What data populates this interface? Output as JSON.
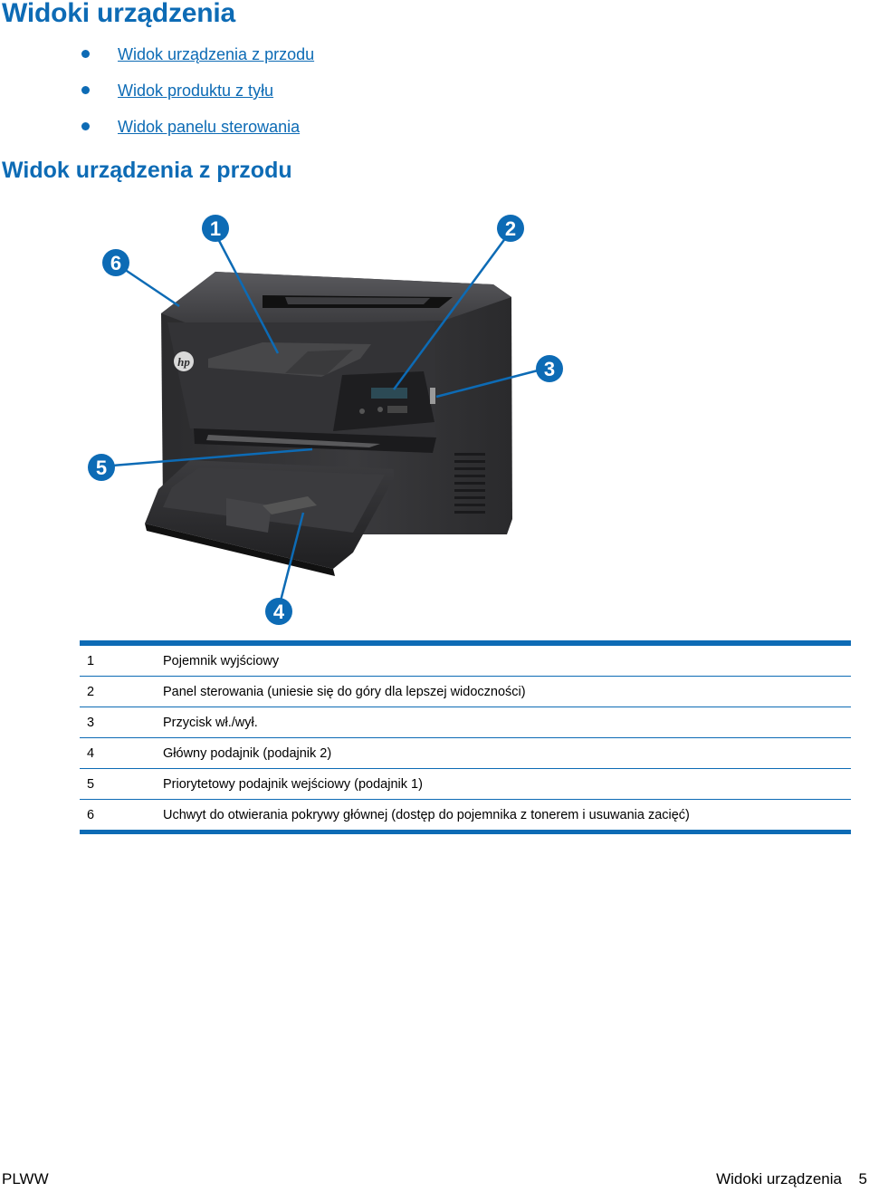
{
  "header": {
    "title": "Widoki urządzenia"
  },
  "toc": [
    {
      "label": "Widok urządzenia z przodu"
    },
    {
      "label": "Widok produktu z tyłu"
    },
    {
      "label": "Widok panelu sterowania"
    }
  ],
  "section": {
    "title": "Widok urządzenia z przodu"
  },
  "figure": {
    "logo_text": "hp",
    "callouts": [
      "1",
      "2",
      "3",
      "4",
      "5",
      "6"
    ],
    "accent_color": "#0d6bb5"
  },
  "parts_table": [
    {
      "num": "1",
      "desc": "Pojemnik wyjściowy"
    },
    {
      "num": "2",
      "desc": "Panel sterowania (uniesie się do góry dla lepszej widoczności)"
    },
    {
      "num": "3",
      "desc": "Przycisk wł./wył."
    },
    {
      "num": "4",
      "desc": "Główny podajnik (podajnik 2)"
    },
    {
      "num": "5",
      "desc": "Priorytetowy podajnik wejściowy (podajnik 1)"
    },
    {
      "num": "6",
      "desc": "Uchwyt do otwierania pokrywy głównej (dostęp do pojemnika z tonerem i usuwania zacięć)"
    }
  ],
  "footer": {
    "left": "PLWW",
    "right": "Widoki urządzenia",
    "page": "5"
  }
}
